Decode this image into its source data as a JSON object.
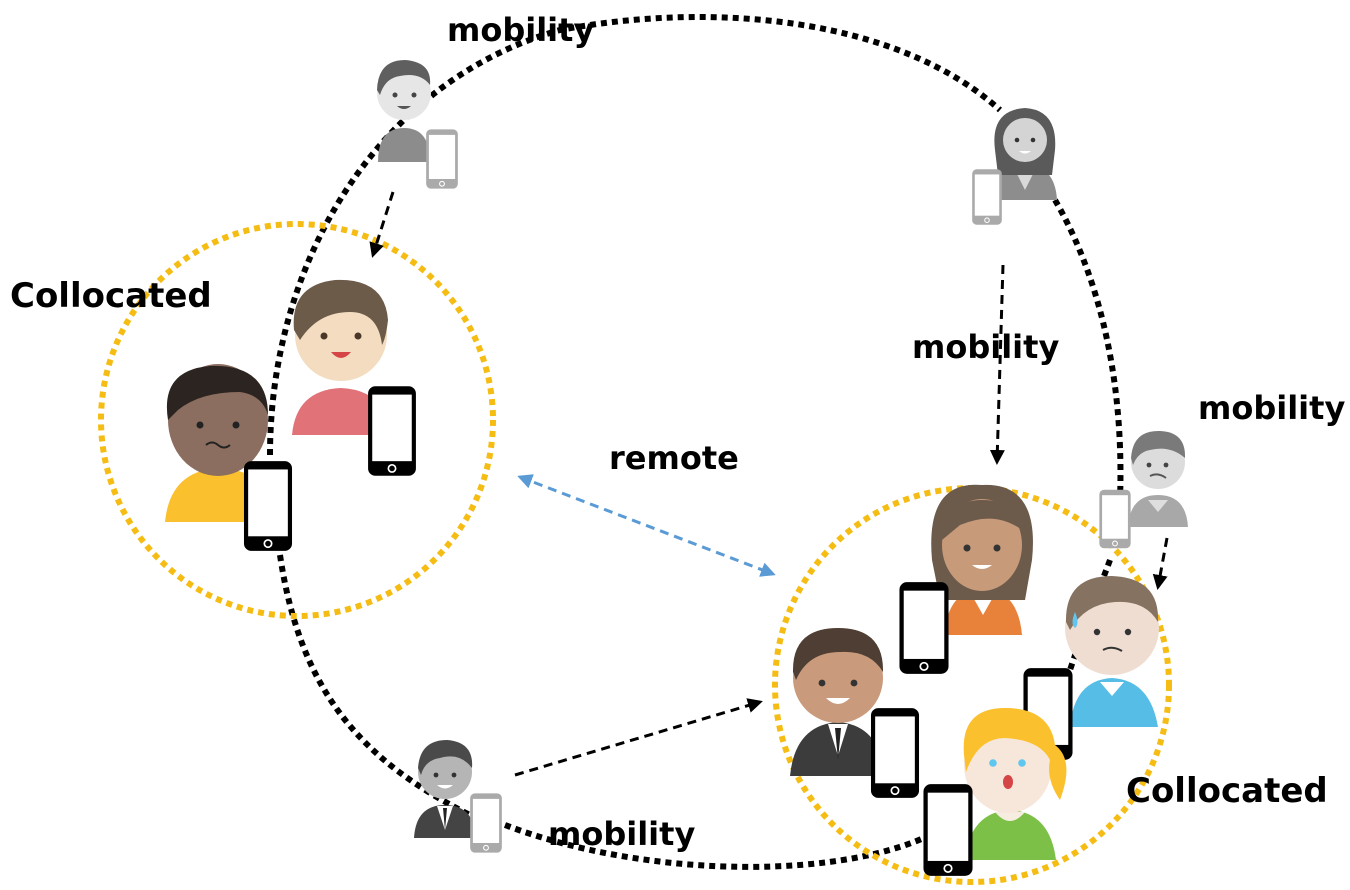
{
  "labels": {
    "mobility_top": "mobility",
    "mobility_right_mid": "mobility",
    "mobility_far_right": "mobility",
    "mobility_bottom": "mobility",
    "remote": "remote",
    "collocated_left": "Collocated",
    "collocated_right": "Collocated"
  },
  "colors": {
    "mobility_path": "#000000",
    "group_circle": "#f5bd14",
    "remote_arrow": "#5b9bd5"
  },
  "icons": [
    "transit-person-top-icon",
    "transit-person-right-icon",
    "transit-person-far-right-icon",
    "transit-person-bottom-icon",
    "person-man-pink-shirt-icon",
    "person-man-yellow-shirt-icon",
    "person-woman-orange-shirt-icon",
    "person-man-blue-shirt-icon",
    "person-man-suit-icon",
    "person-woman-green-shirt-icon",
    "smartphone-icon"
  ]
}
